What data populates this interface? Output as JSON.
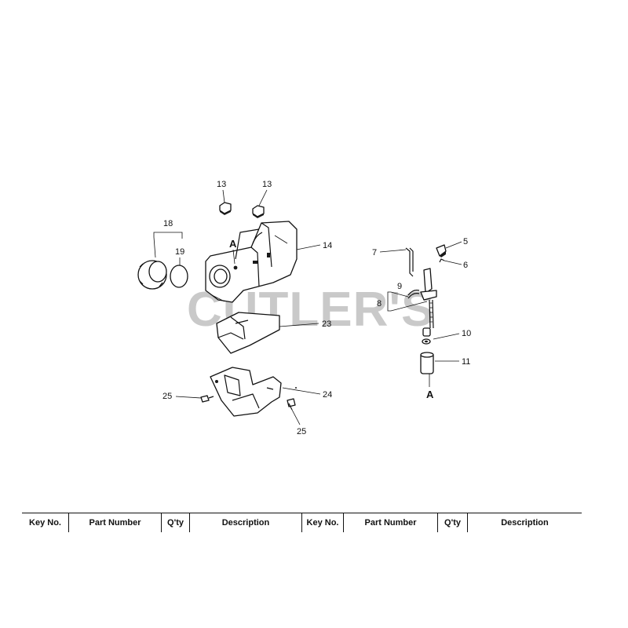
{
  "watermark": "CUTLER'S",
  "callouts": {
    "c13a": "13",
    "c13b": "13",
    "c14": "14",
    "c18": "18",
    "c19": "19",
    "c23": "23",
    "c24": "24",
    "c25a": "25",
    "c25b": "25",
    "c5": "5",
    "c6": "6",
    "c7": "7",
    "c8": "8",
    "c9": "9",
    "c10": "10",
    "c11": "11"
  },
  "pointers": {
    "tank_a": "A",
    "filter_a": "A"
  },
  "table": {
    "headers": [
      "Key No.",
      "Part Number",
      "Q'ty",
      "Description",
      "Key No.",
      "Part Number",
      "Q'ty",
      "Description"
    ]
  }
}
